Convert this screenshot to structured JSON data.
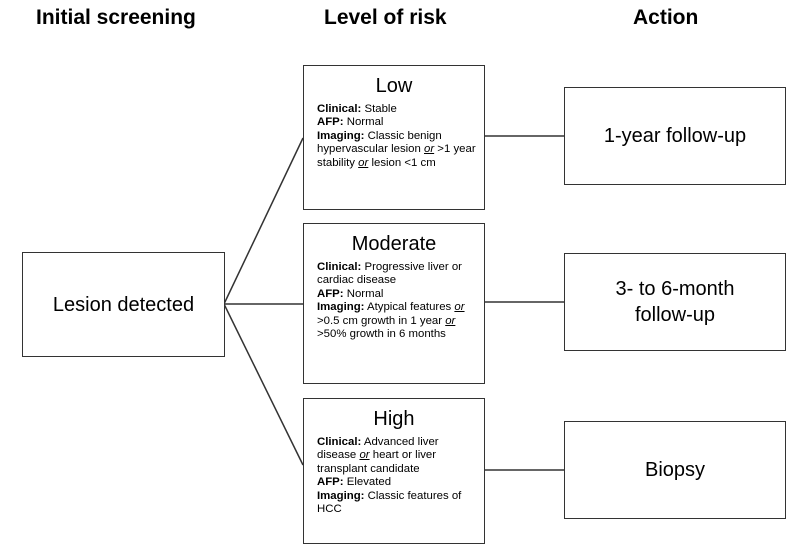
{
  "headers": {
    "screening": "Initial screening",
    "risk": "Level of risk",
    "action": "Action"
  },
  "start": {
    "label": "Lesion detected"
  },
  "risks": [
    {
      "title": "Low",
      "clinical_label": "Clinical:",
      "clinical": "Stable",
      "afp_label": "AFP:",
      "afp": "Normal",
      "imaging_label": "Imaging:",
      "imaging": [
        {
          "text": "Classic benign hypervascular lesion ",
          "em": false
        },
        {
          "text": "or",
          "em": true
        },
        {
          "text": " >1 year stability ",
          "em": false
        },
        {
          "text": "or",
          "em": true
        },
        {
          "text": " lesion <1 cm",
          "em": false
        }
      ]
    },
    {
      "title": "Moderate",
      "clinical_label": "Clinical:",
      "clinical": "Progressive liver or cardiac disease",
      "afp_label": "AFP:",
      "afp": "Normal",
      "imaging_label": "Imaging:",
      "imaging": [
        {
          "text": "Atypical features ",
          "em": false
        },
        {
          "text": "or",
          "em": true
        },
        {
          "text": " >0.5 cm growth in 1 year ",
          "em": false
        },
        {
          "text": "or",
          "em": true
        },
        {
          "text": " >50% growth in 6 months",
          "em": false
        }
      ]
    },
    {
      "title": "High",
      "clinical_label": "Clinical:",
      "clinical": [
        {
          "text": "Advanced liver disease ",
          "em": false
        },
        {
          "text": "or",
          "em": true
        },
        {
          "text": " heart or liver transplant candidate",
          "em": false
        }
      ],
      "afp_label": "AFP:",
      "afp": "Elevated",
      "imaging_label": "Imaging:",
      "imaging": "Classic features of HCC"
    }
  ],
  "actions": [
    {
      "label": "1-year follow-up"
    },
    {
      "label": "3- to 6-month follow-up"
    },
    {
      "label": "Biopsy"
    }
  ]
}
